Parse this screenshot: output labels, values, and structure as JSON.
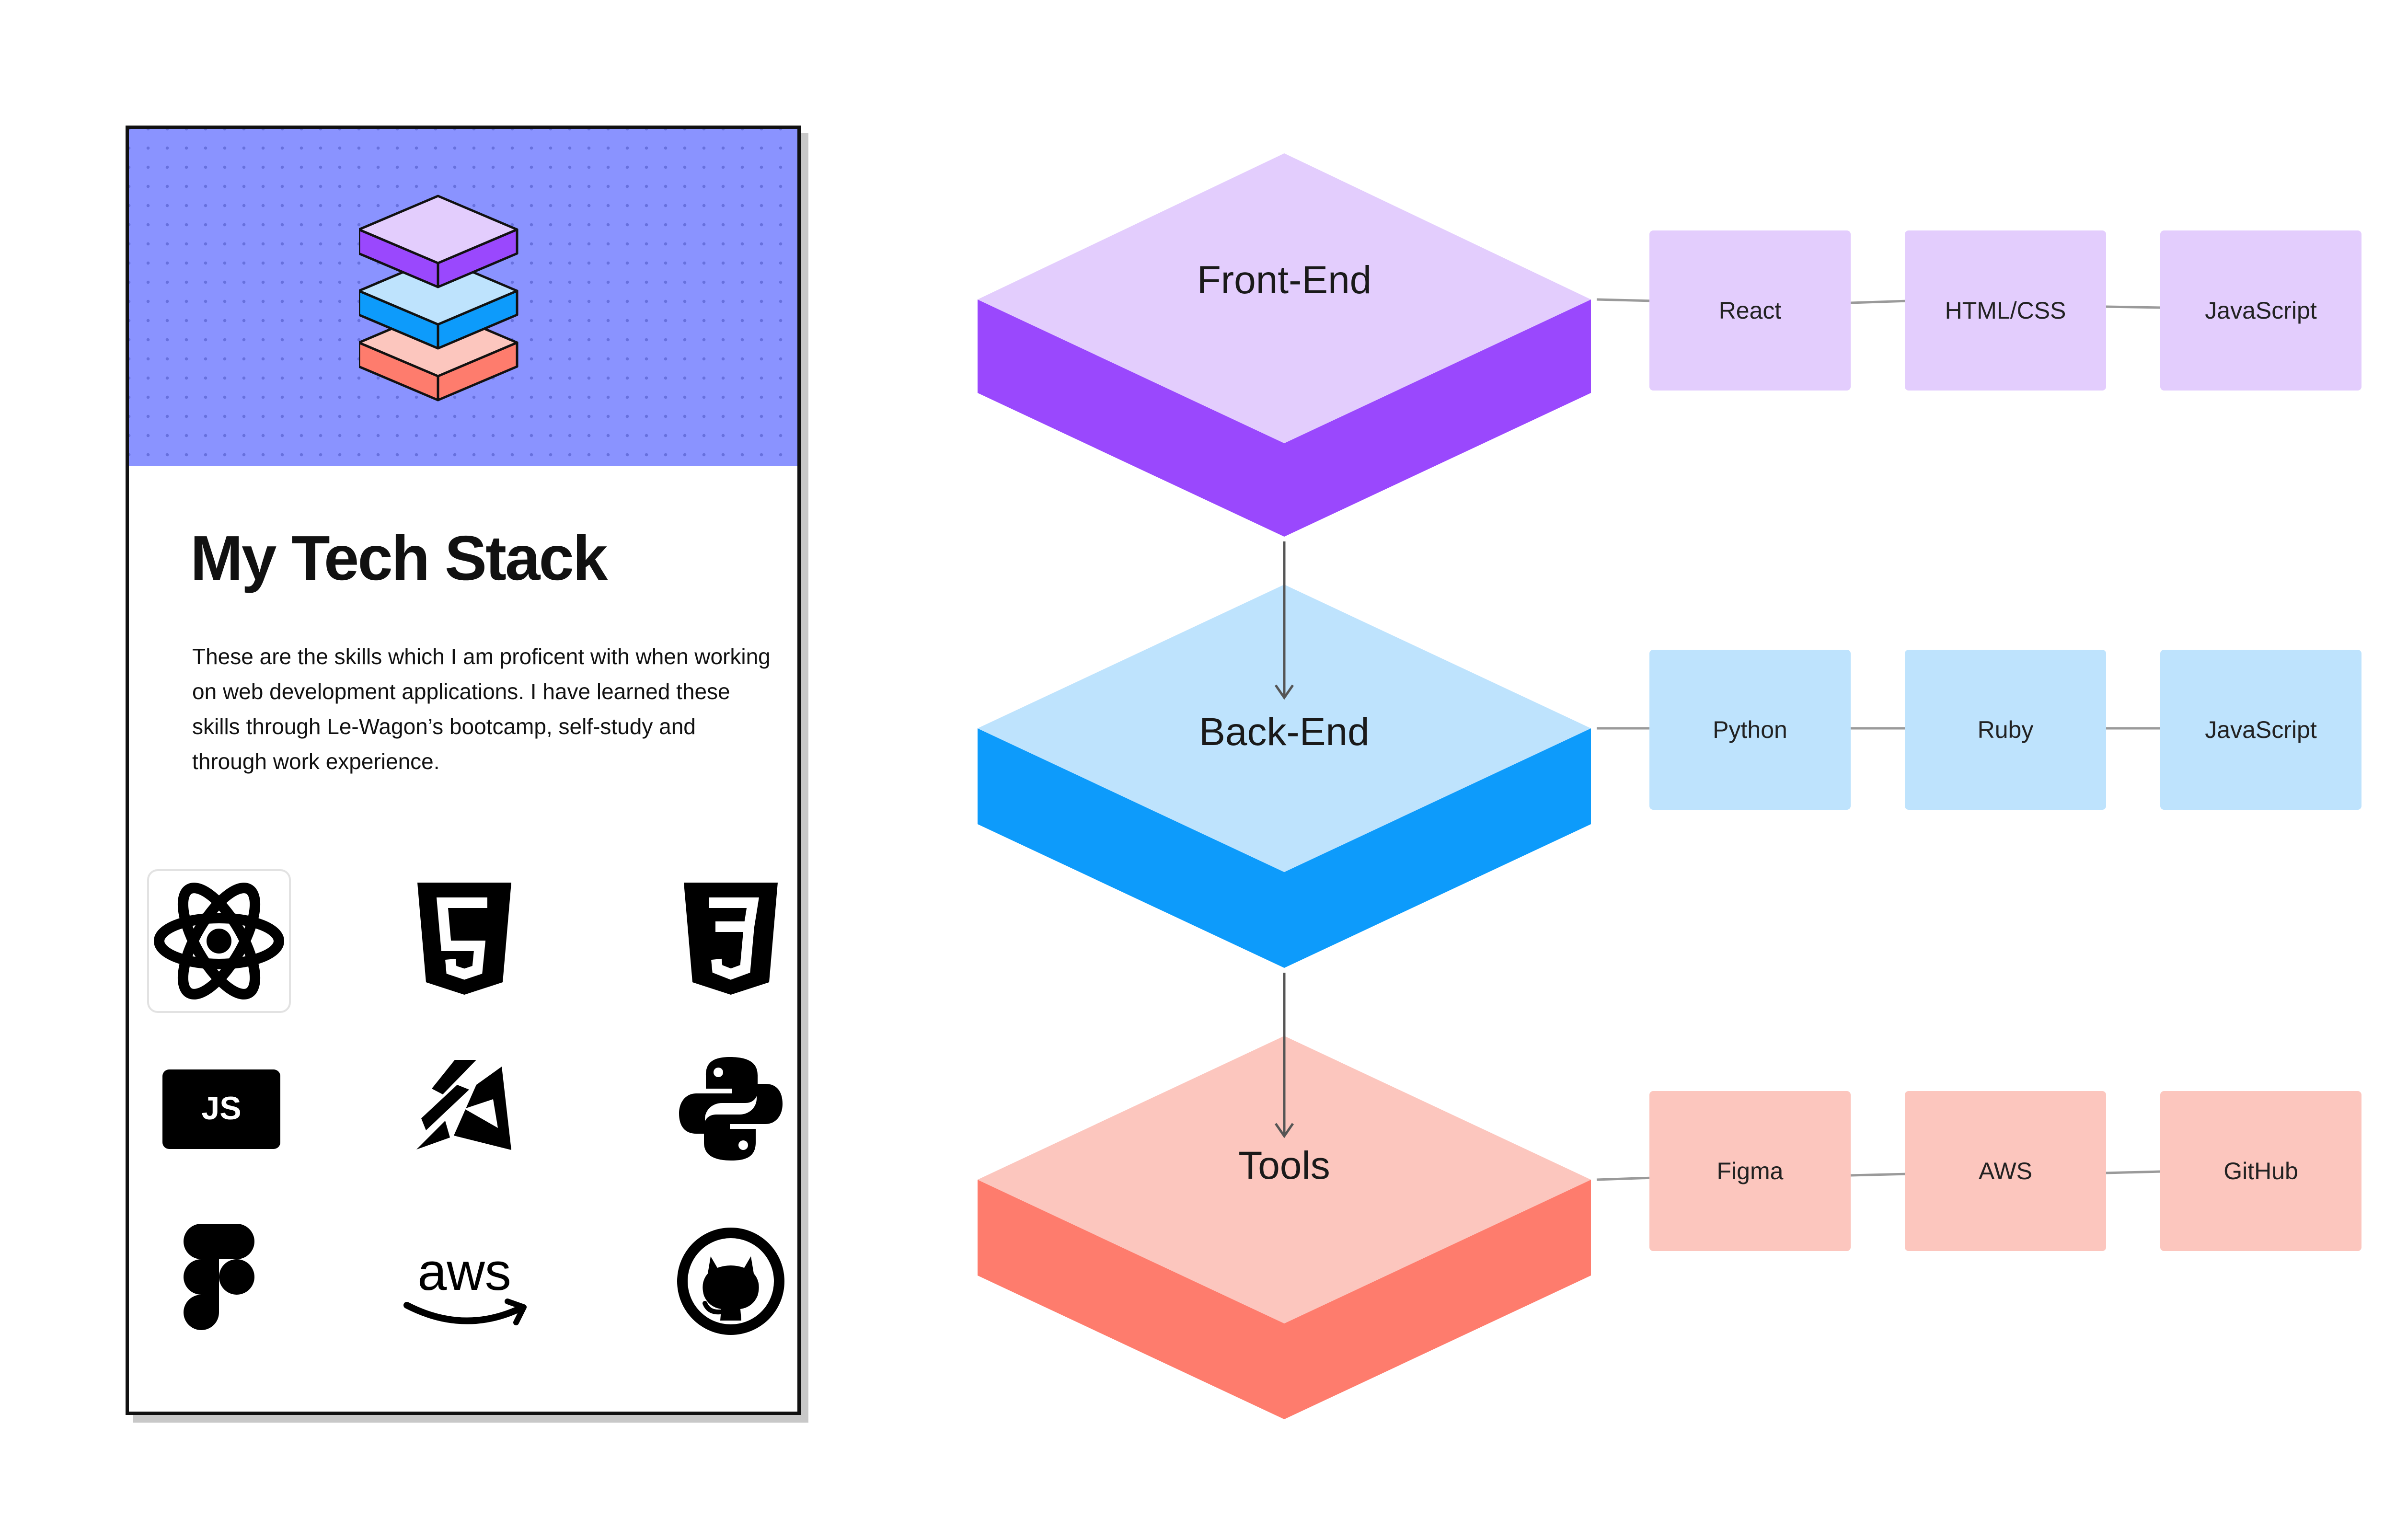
{
  "card": {
    "title": "My Tech Stack",
    "description": "These are the skills which I am proficent with when working on web development applications. I have learned these skills through Le-Wagon’s bootcamp, self-study and through work experience.",
    "icons": [
      "react-icon",
      "html5-icon",
      "css3-icon",
      "javascript-icon",
      "kotlin-icon",
      "python-icon",
      "figma-icon",
      "aws-icon",
      "github-icon"
    ],
    "js_badge": "JS",
    "aws_text": "aws"
  },
  "colors": {
    "purple_top": "#e3cdfd",
    "purple_side": "#9a48fd",
    "blue_top": "#bee3fd",
    "blue_side": "#0d9bfb",
    "red_top": "#fcc6be",
    "red_side": "#fe7c6d",
    "header_bg": "#8a93ff"
  },
  "diagram": {
    "layers": [
      {
        "label": "Front-End",
        "items": [
          "React",
          "HTML/CSS",
          "JavaScript"
        ]
      },
      {
        "label": "Back-End",
        "items": [
          "Python",
          "Ruby",
          "JavaScript"
        ]
      },
      {
        "label": "Tools",
        "items": [
          "Figma",
          "AWS",
          "GitHub"
        ]
      }
    ]
  }
}
